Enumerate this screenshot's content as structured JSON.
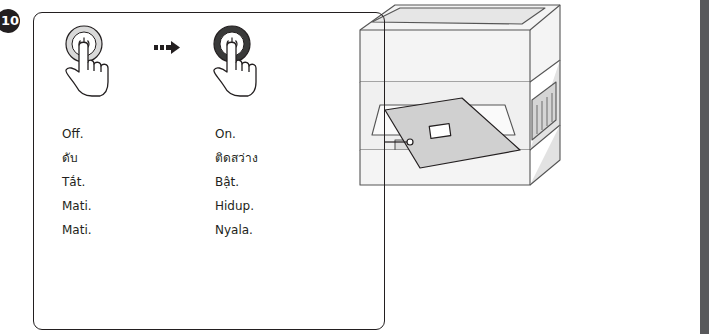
{
  "diagram": {
    "nodes": [
      {
        "text": [
          "Off.",
          "ดับ",
          "Tắt.",
          "Mati.",
          "Mati.",
          "On.",
          "ติดสว่าง",
          "Bật.",
          "Hidup.",
          "Nyala."
        ]
      }
    ],
    "labels": [
      "10"
    ]
  }
}
